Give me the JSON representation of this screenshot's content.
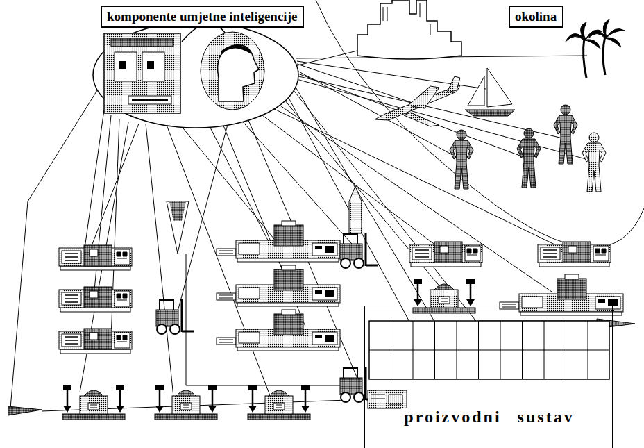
{
  "diagram": {
    "nodes": [
      {
        "text": [
          "komponente umjetne inteligencije"
        ]
      },
      {
        "text": [
          "okolina"
        ]
      },
      {
        "text": [
          "proizvodni sustav"
        ]
      }
    ]
  }
}
